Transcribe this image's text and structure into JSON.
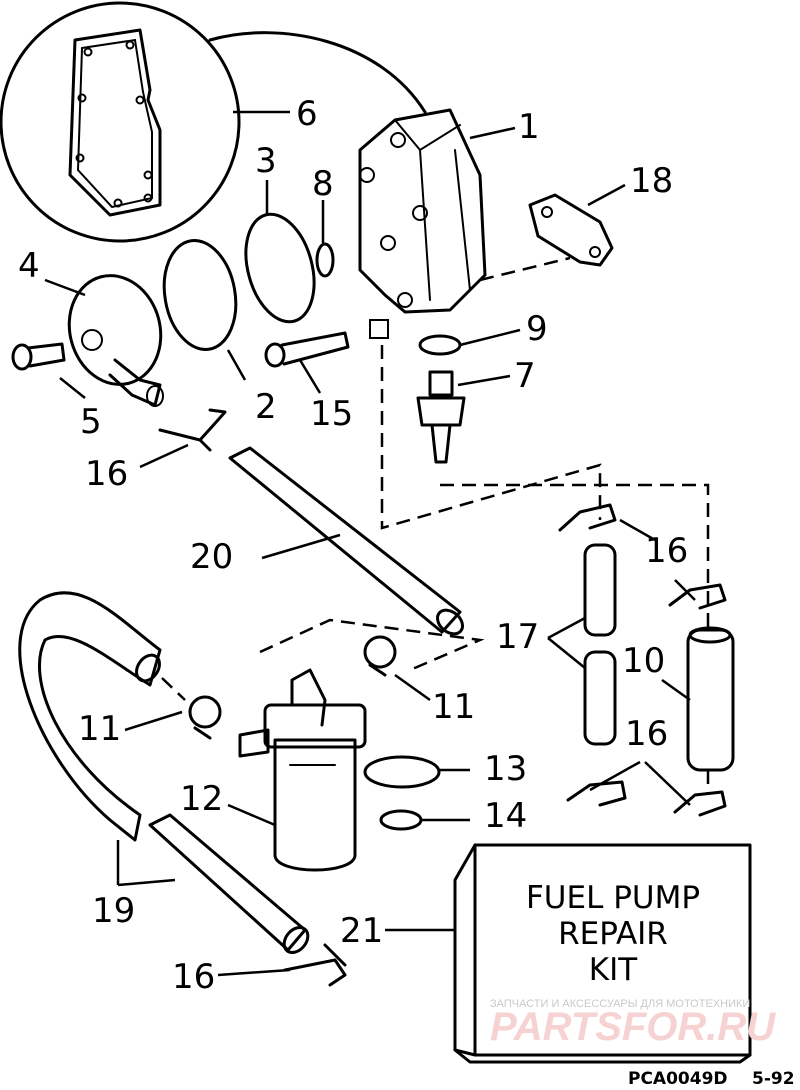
{
  "callouts": {
    "n1": "1",
    "n2": "2",
    "n3": "3",
    "n4": "4",
    "n5": "5",
    "n6": "6",
    "n7": "7",
    "n8": "8",
    "n9": "9",
    "n10": "10",
    "n11a": "11",
    "n11b": "11",
    "n12": "12",
    "n13": "13",
    "n14": "14",
    "n15": "15",
    "n16a": "16",
    "n16b": "16",
    "n16c": "16",
    "n16d": "16",
    "n17": "17",
    "n18": "18",
    "n19": "19",
    "n20": "20",
    "n21": "21"
  },
  "kit": {
    "line1": "FUEL PUMP",
    "line2": "REPAIR",
    "line3": "KIT"
  },
  "footer": {
    "code": "PCA0049D",
    "page": "5-92"
  },
  "watermark": {
    "caption": "ЗАПЧАСТИ И АКСЕССУАРЫ ДЛЯ МОТОТЕХНИКИ",
    "brand": "PARTSFOR.RU"
  }
}
